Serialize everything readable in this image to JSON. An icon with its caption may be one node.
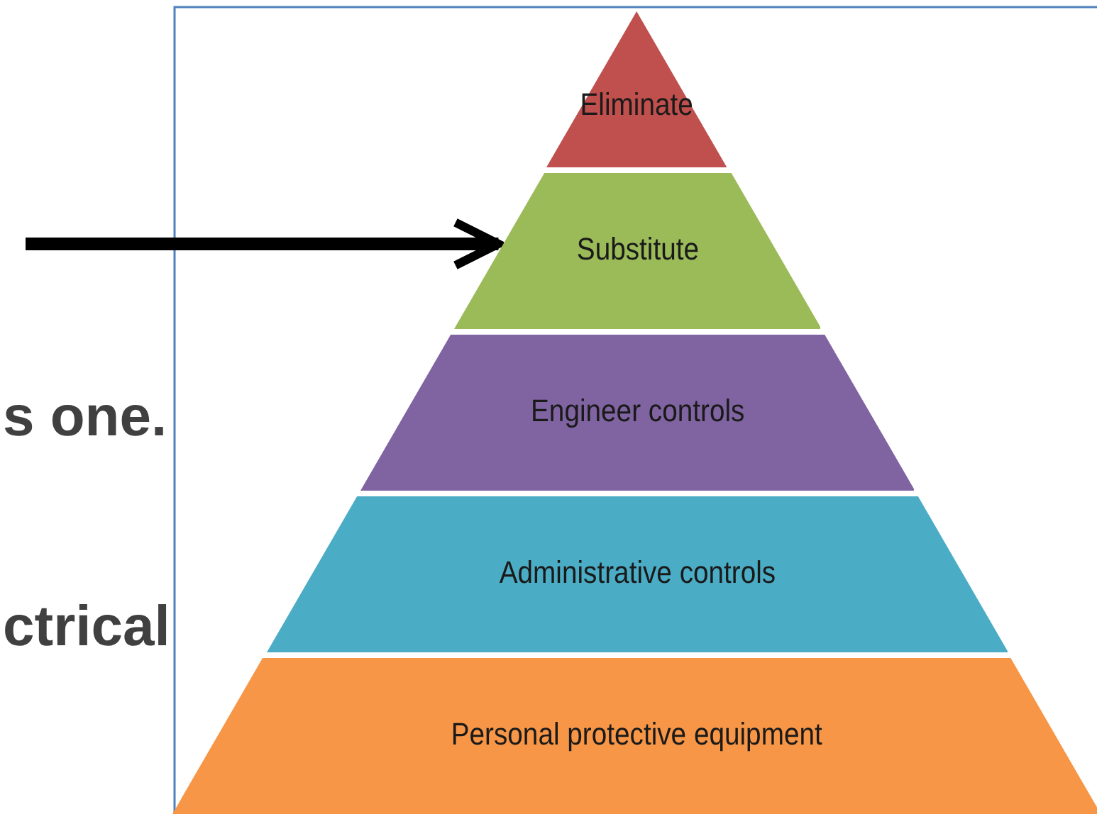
{
  "diagram": {
    "nodes": [
      {
        "text": [
          "Eliminate"
        ]
      },
      {
        "text": [
          "Substitute"
        ]
      },
      {
        "text": [
          "Engineer controls"
        ]
      },
      {
        "text": [
          "Administrative controls"
        ]
      },
      {
        "text": [
          "Personal protective equipment"
        ]
      }
    ],
    "edges": [
      {
        "from": null,
        "to": 1,
        "arrow": "to"
      }
    ],
    "labels": [
      "s one.",
      "ctrical"
    ]
  }
}
